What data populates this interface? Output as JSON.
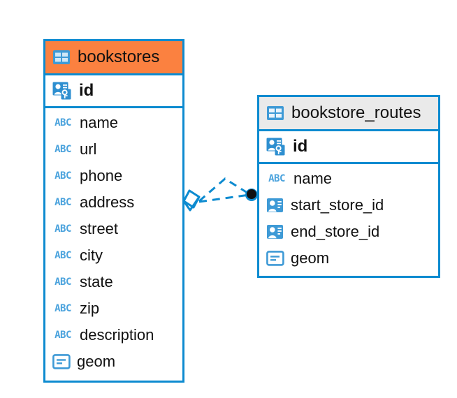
{
  "diagram": {
    "type": "entity-relationship-diagram",
    "background": "#ffffff",
    "accent_border": "#0d8bd0",
    "header_highlight": "#fb8140",
    "header_default": "#eaeaea",
    "icon_blue": "#3e9ad6",
    "abc_blue": "#4ba3dd"
  },
  "entities": [
    {
      "name": "bookstores",
      "header_style": "orange",
      "primary_key": {
        "icon": "primary-key-icon",
        "label": "id"
      },
      "fields": [
        {
          "icon": "abc-text-icon",
          "label": "name"
        },
        {
          "icon": "abc-text-icon",
          "label": "url"
        },
        {
          "icon": "abc-text-icon",
          "label": "phone"
        },
        {
          "icon": "abc-text-icon",
          "label": "address"
        },
        {
          "icon": "abc-text-icon",
          "label": "street"
        },
        {
          "icon": "abc-text-icon",
          "label": "city"
        },
        {
          "icon": "abc-text-icon",
          "label": "state"
        },
        {
          "icon": "abc-text-icon",
          "label": "zip"
        },
        {
          "icon": "abc-text-icon",
          "label": "description"
        },
        {
          "icon": "geometry-icon",
          "label": "geom"
        }
      ]
    },
    {
      "name": "bookstore_routes",
      "header_style": "grey",
      "primary_key": {
        "icon": "primary-key-icon",
        "label": "id"
      },
      "fields": [
        {
          "icon": "abc-text-icon",
          "label": "name"
        },
        {
          "icon": "foreign-key-icon",
          "label": "start_store_id"
        },
        {
          "icon": "foreign-key-icon",
          "label": "end_store_id"
        },
        {
          "icon": "geometry-icon",
          "label": "geom"
        }
      ]
    }
  ],
  "relationship": {
    "style": "dashed",
    "color": "#0d8bd0",
    "source_marker": "diamond-marker",
    "target_marker": "filled-circle-marker",
    "source_entity": "bookstores",
    "target_entity": "bookstore_routes"
  },
  "icon_glyphs": {
    "abc_text": "ABC"
  }
}
